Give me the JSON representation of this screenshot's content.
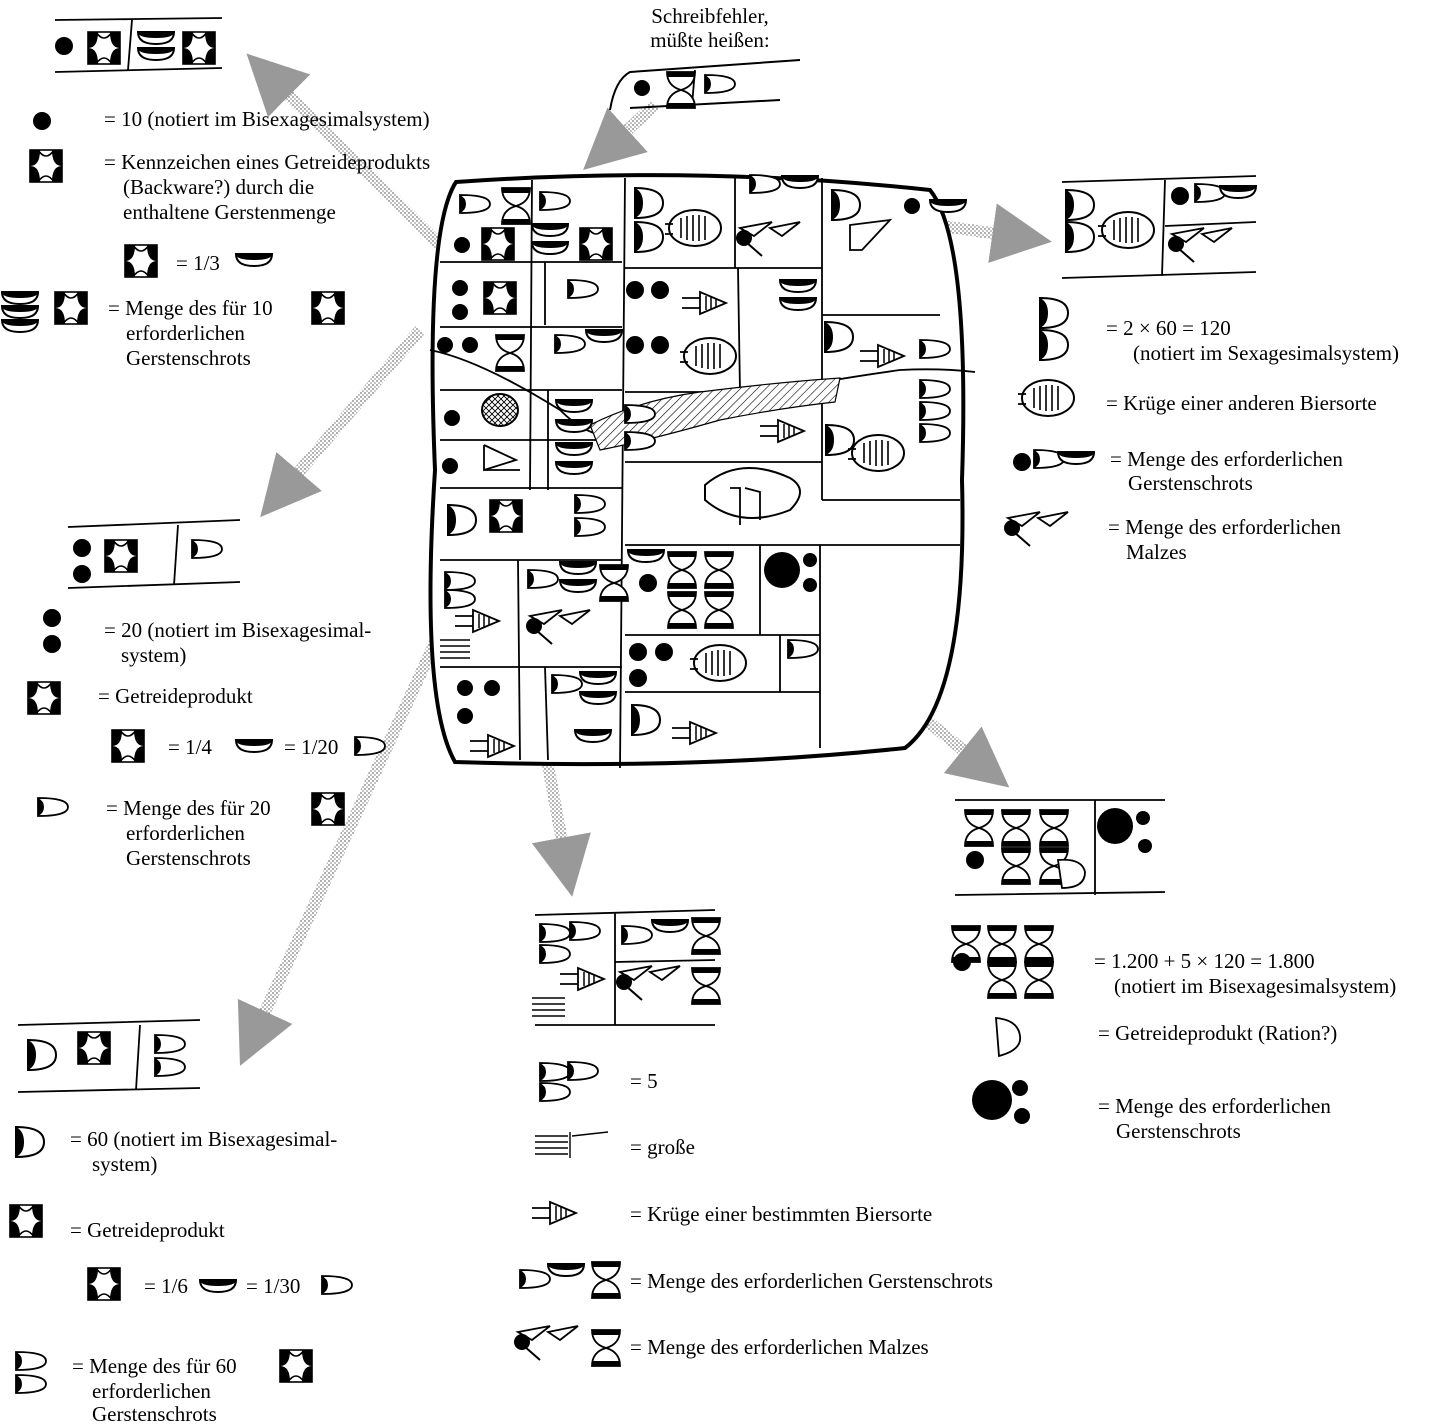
{
  "header": {
    "line1": "Schreibfehler,",
    "line2": "müßte heißen:"
  },
  "left_panel_1": {
    "line_dot10": "= 10 (notiert im Bisexagesimalsystem)",
    "kenn_1": "= Kennzeichen eines Getreideprodukts",
    "kenn_2": "(Backware?) durch die",
    "kenn_3": "enthaltene Gerstenmenge",
    "frac": "= 1/3",
    "menge_1": "= Menge des für 10",
    "menge_2": "erforderlichen",
    "menge_3": "Gerstenschrots"
  },
  "left_panel_2": {
    "line_20a": "= 20 (notiert im Bisexagesimal-",
    "line_20b": "system)",
    "getreide": "= Getreideprodukt",
    "frac_a": "= 1/4",
    "frac_b": "= 1/20",
    "menge_1": "= Menge des für 20",
    "menge_2": "erforderlichen",
    "menge_3": "Gerstenschrots"
  },
  "left_panel_3": {
    "line_60a": "= 60 (notiert im Bisexagesimal-",
    "line_60b": "system)",
    "getreide": "= Getreideprodukt",
    "frac_a": "= 1/6",
    "frac_b": "= 1/30",
    "menge_1": "= Menge des für 60",
    "menge_2": "erforderlichen",
    "menge_3": "Gerstenschrots"
  },
  "right_panel_1": {
    "line_120a": "= 2 × 60 = 120",
    "line_120b": "(notiert im Sexagesimalsystem)",
    "kruege": "= Krüge einer anderen Biersorte",
    "gerste_1": "= Menge des erforderlichen",
    "gerste_2": "Gerstenschrots",
    "malz_1": "= Menge des erforderlichen",
    "malz_2": "Malzes"
  },
  "center_panel": {
    "five": "= 5",
    "grosse": "= große",
    "kruege": "= Krüge einer bestimmten Biersorte",
    "gerste": "= Menge des erforderlichen Gerstenschrots",
    "malz": "= Menge des erforderlichen Malzes"
  },
  "right_panel_2": {
    "line_1800a": "= 1.200 + 5 × 120 = 1.800",
    "line_1800b": "(notiert im Bisexagesimalsystem)",
    "ration": "= Getreideprodukt (Ration?)",
    "menge_1": "= Menge des erforderlichen",
    "menge_2": "Gerstenschrots"
  }
}
